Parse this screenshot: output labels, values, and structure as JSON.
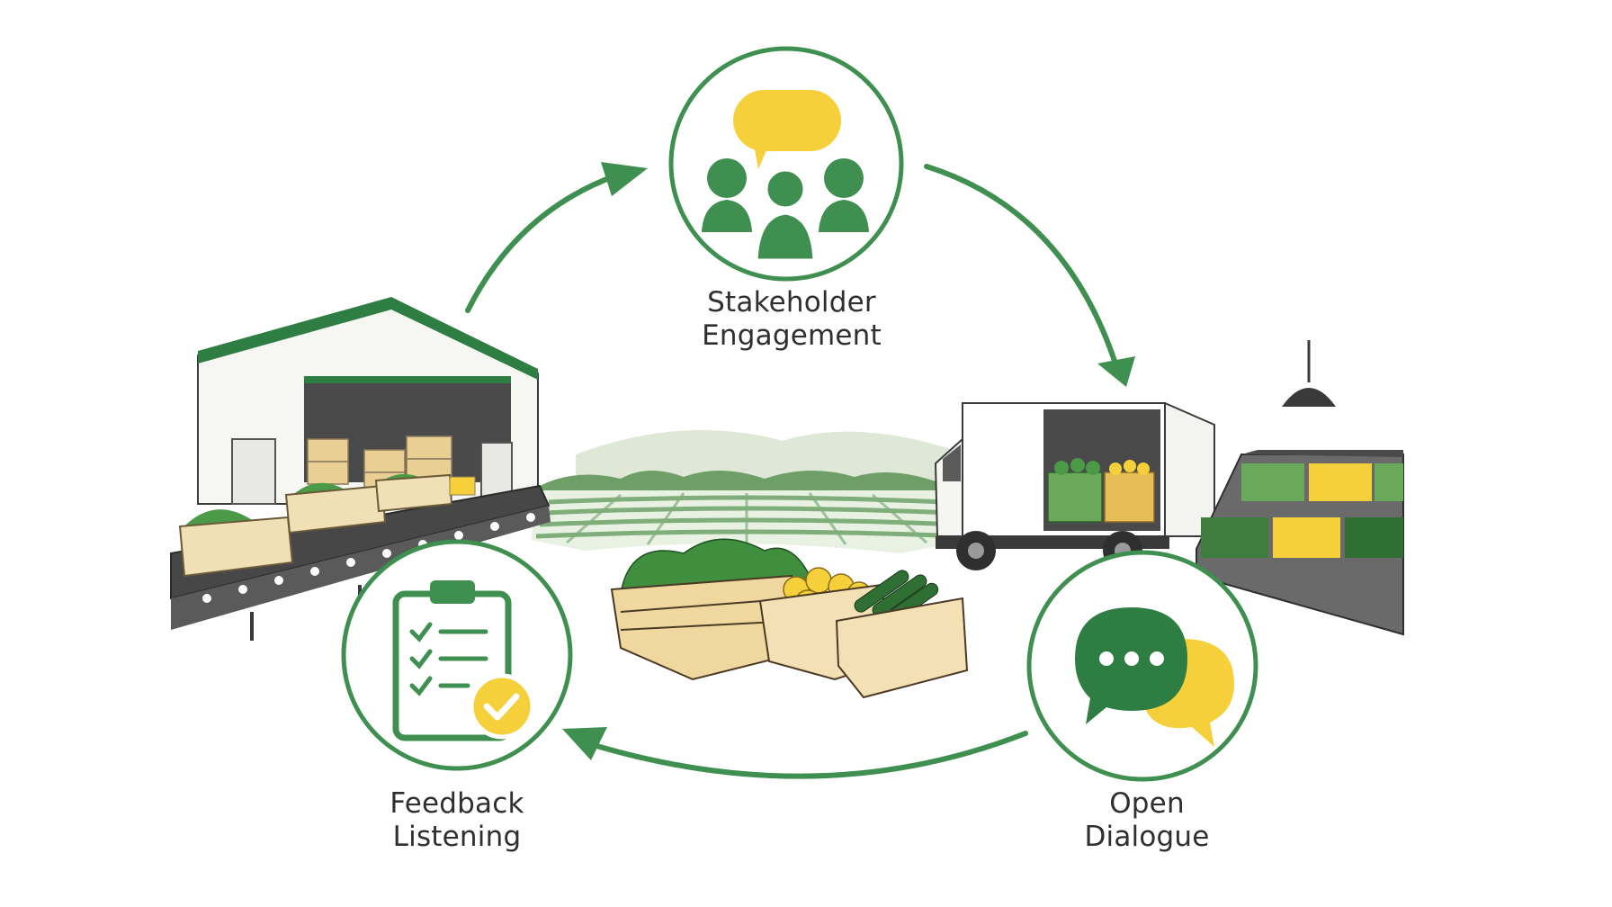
{
  "diagram": {
    "nodes": [
      {
        "id": "engagement",
        "line1": "Stakeholder",
        "line2": "Engagement",
        "icon": "people-chat-icon"
      },
      {
        "id": "dialogue",
        "line1": "Open",
        "line2": "Dialogue",
        "icon": "speech-bubbles-icon"
      },
      {
        "id": "feedback",
        "line1": "Feedback",
        "line2": "Listening",
        "icon": "clipboard-check-icon"
      }
    ],
    "flow": [
      "engagement",
      "dialogue",
      "feedback",
      "engagement"
    ]
  },
  "colors": {
    "green": "#3f8f50",
    "dark_green": "#2e7d43",
    "yellow": "#f5d03b",
    "crate": "#f1dfb5",
    "crate_edge": "#8a7a5a"
  }
}
